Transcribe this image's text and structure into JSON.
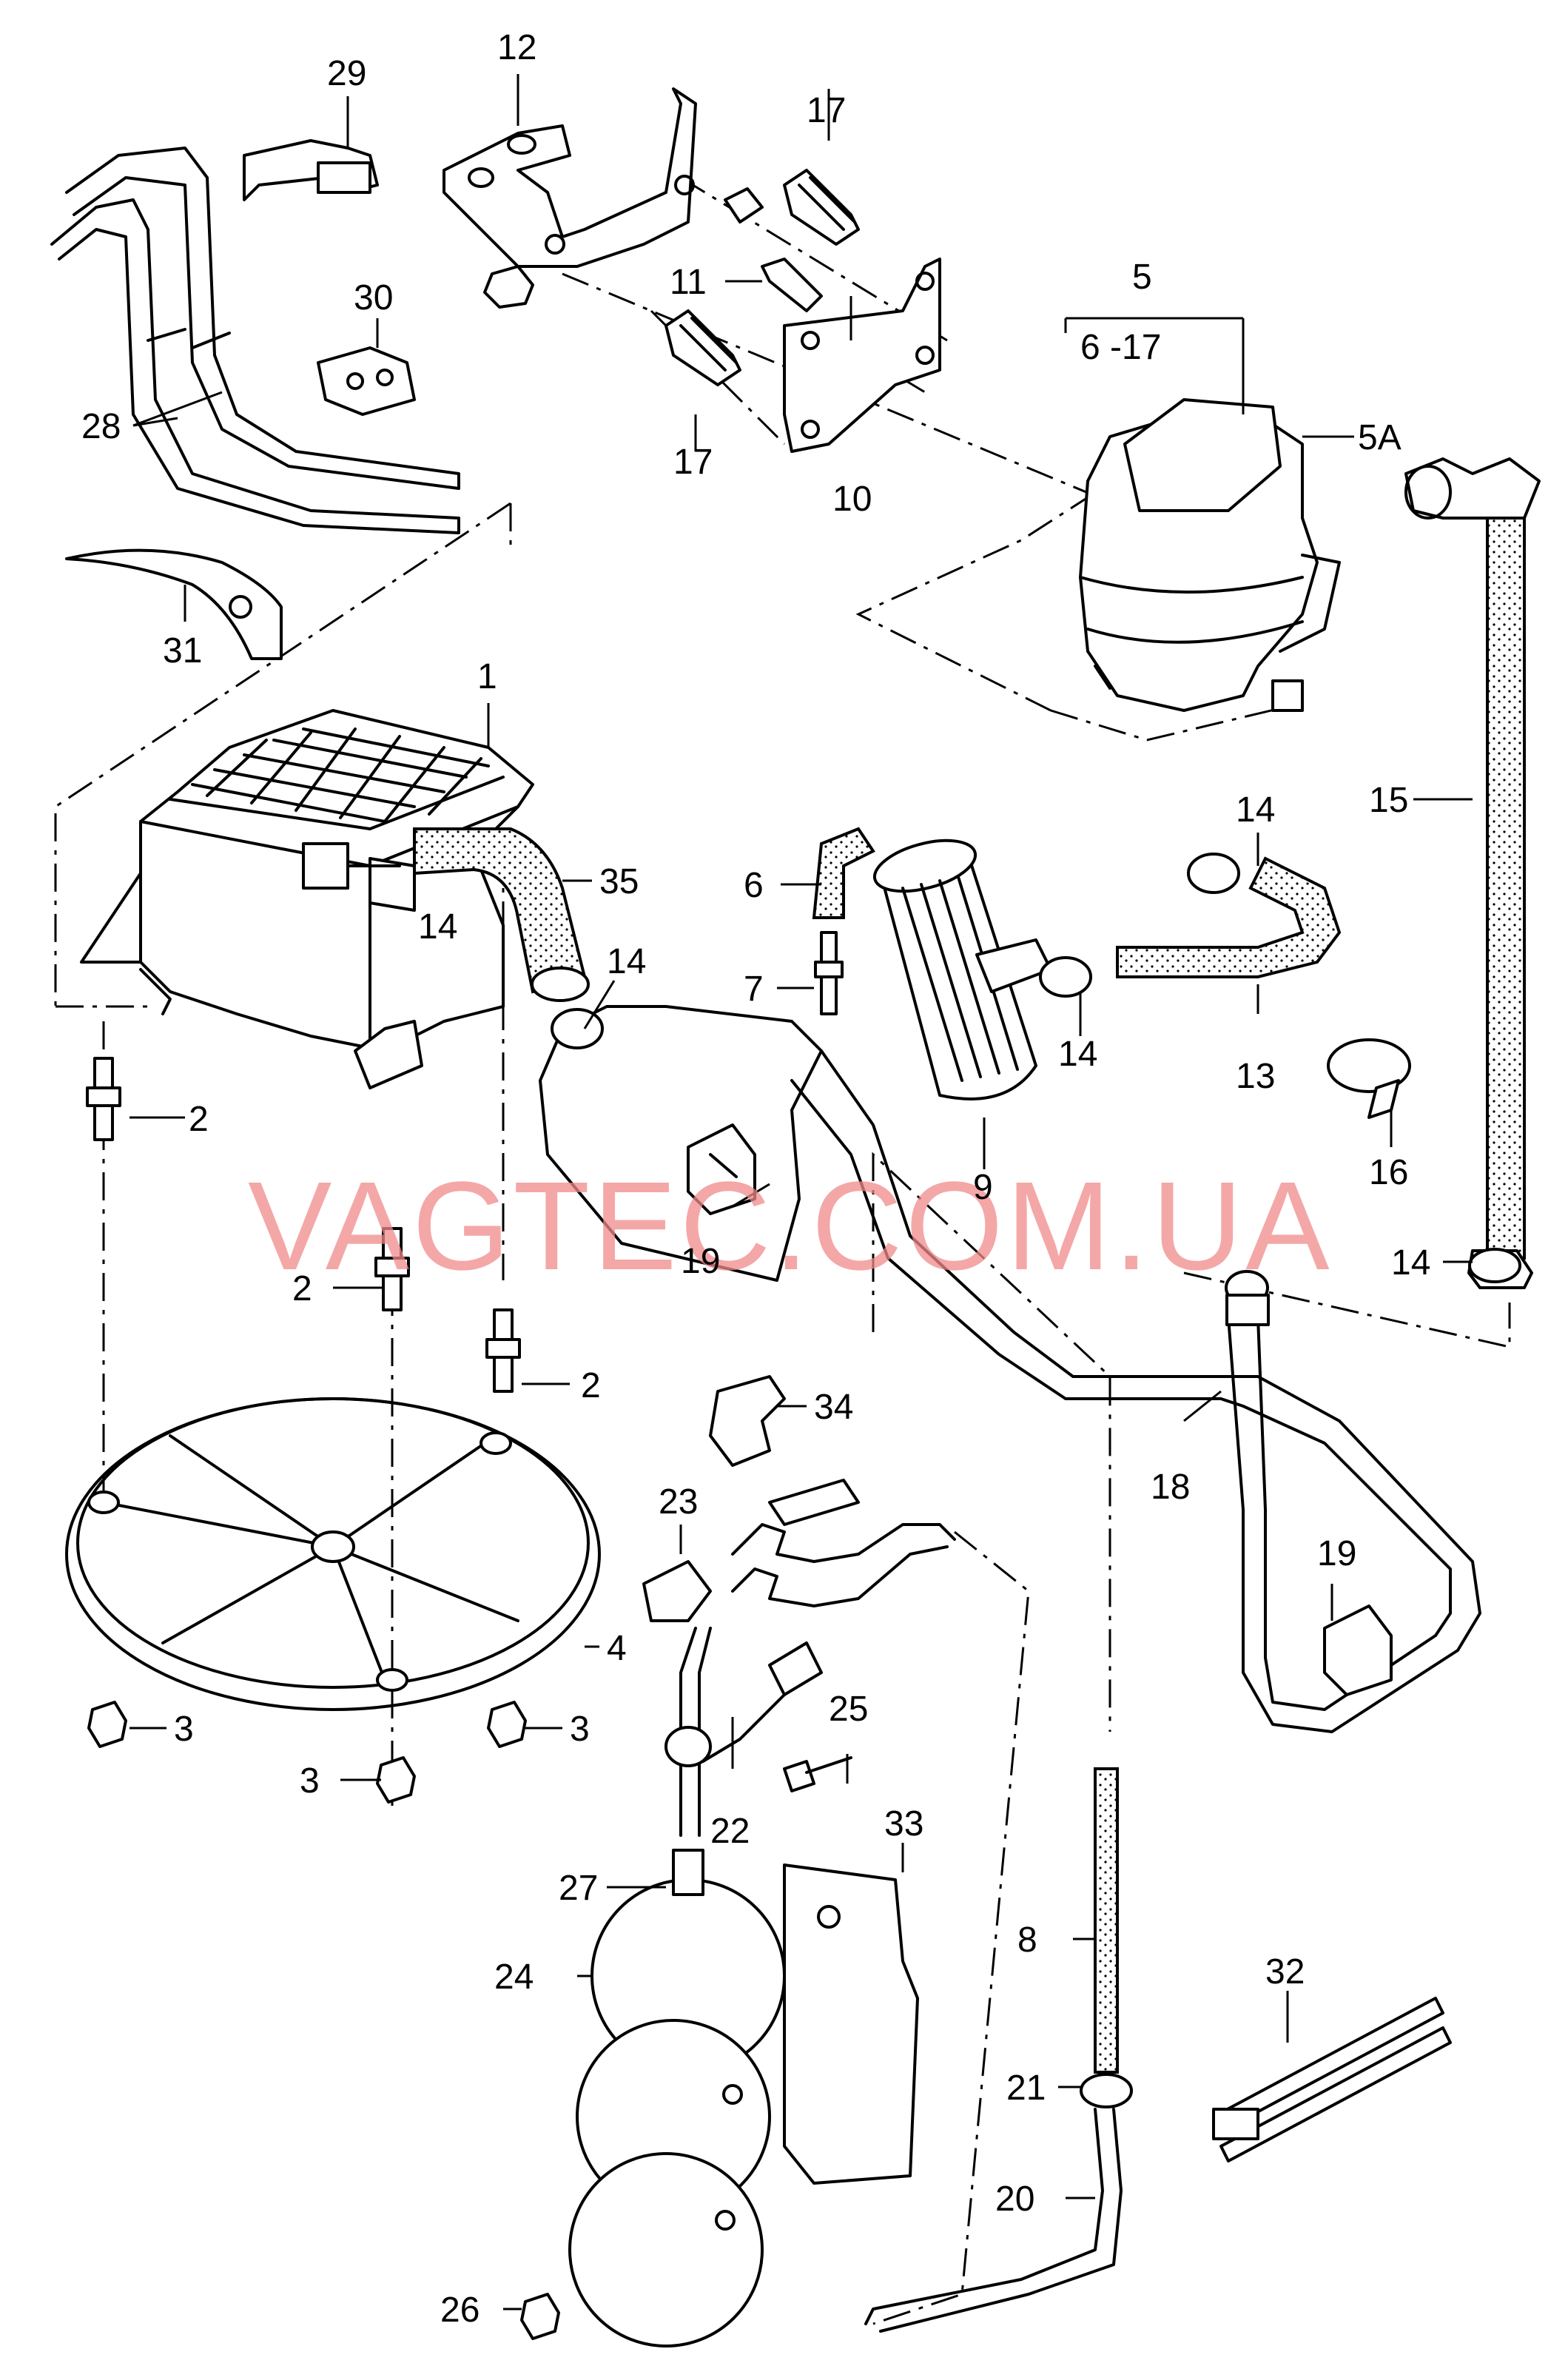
{
  "watermark": "VAGTEC.COM.UA",
  "callouts": {
    "c1": "1",
    "c2a": "2",
    "c2b": "2",
    "c2c": "2",
    "c3a": "3",
    "c3b": "3",
    "c3c": "3",
    "c4": "4",
    "c5": "5",
    "c5range": "6 -17",
    "c5a": "5A",
    "c6": "6",
    "c7": "7",
    "c8": "8",
    "c9": "9",
    "c10": "10",
    "c11": "11",
    "c12": "12",
    "c13": "13",
    "c14a": "14",
    "c14b": "14",
    "c14c": "14",
    "c14d": "14",
    "c14e": "14",
    "c15": "15",
    "c16": "16",
    "c17a": "17",
    "c17b": "17",
    "c18": "18",
    "c19a": "19",
    "c19b": "19",
    "c20": "20",
    "c21": "21",
    "c22": "22",
    "c23": "23",
    "c24": "24",
    "c25": "25",
    "c26": "26",
    "c27": "27",
    "c28": "28",
    "c29": "29",
    "c30": "30",
    "c31": "31",
    "c32": "32",
    "c33": "33",
    "c34": "34",
    "c35": "35"
  }
}
